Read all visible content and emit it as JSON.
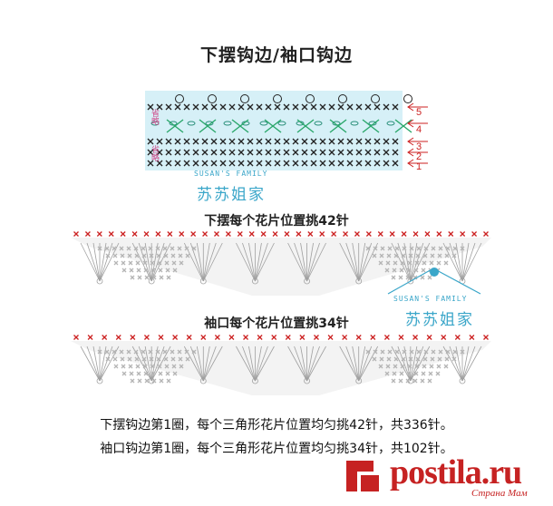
{
  "title": "下摆钩边/袖口钩边",
  "subtitle_hem": "下摆每个花片位置挑42针",
  "subtitle_sleeve": "袖口每个花片位置挑34针",
  "captions": [
    "下摆钩边第1圈，每个三角形花片位置均匀挑42针，共336针。",
    "袖口钩边第1圈，每个三角形花片位置均匀挑34针，共102针。"
  ],
  "row_labels": [
    "5",
    "4",
    "3",
    "2",
    "1"
  ],
  "side_notes": [
    "省略",
    "省略"
  ],
  "watermark": {
    "en": "SUSAN'S FAMILY",
    "cn": "苏苏姐家"
  },
  "brand": {
    "main": "postila.ru",
    "sub": "Страна Мам"
  },
  "colors": {
    "accent_blue": "#3aa6c9",
    "row_red": "#cc2222",
    "brand_red": "#c62222",
    "chart_gray": "#9a9a9a",
    "panel_bg": "#d6f0f7"
  }
}
